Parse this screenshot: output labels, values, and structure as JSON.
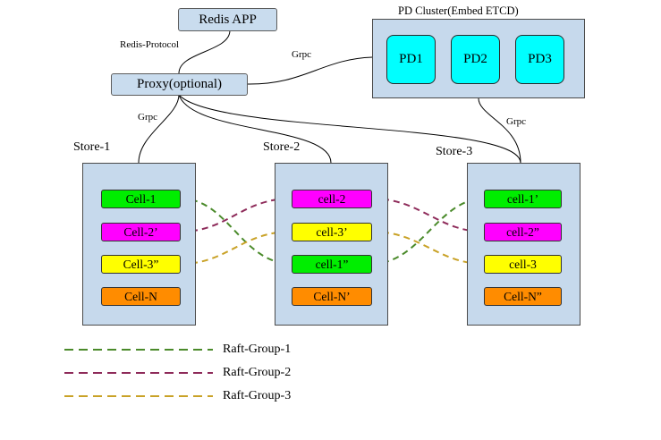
{
  "redis_app": {
    "label": "Redis APP"
  },
  "proxy": {
    "label": "Proxy(optional)"
  },
  "pd_cluster": {
    "label": "PD Cluster(Embed ETCD)",
    "nodes": [
      "PD1",
      "PD2",
      "PD3"
    ],
    "color": "#00ffff"
  },
  "edge_labels": {
    "redis_protocol": "Redis-Protocol",
    "grpc_proxy_pd": "Grpc",
    "grpc_proxy_store": "Grpc",
    "grpc_pd_store": "Grpc"
  },
  "stores": [
    {
      "label": "Store-1",
      "cells": [
        "Cell-1",
        "Cell-2’",
        "Cell-3”",
        "Cell-N"
      ]
    },
    {
      "label": "Store-2",
      "cells": [
        "cell-2",
        "cell-3’",
        "cell-1”",
        "Cell-N’"
      ]
    },
    {
      "label": "Store-3",
      "cells": [
        "cell-1’",
        "cell-2”",
        "cell-3",
        "Cell-N”"
      ]
    }
  ],
  "cell_colors": {
    "group1": "#00ee00",
    "group2": "#ff00ff",
    "group3": "#ffff00",
    "other": "#ff8c00"
  },
  "legend": [
    {
      "label": "Raft-Group-1",
      "color": "#4a8a2a"
    },
    {
      "label": "Raft-Group-2",
      "color": "#8e2b5a"
    },
    {
      "label": "Raft-Group-3",
      "color": "#c9a227"
    }
  ]
}
